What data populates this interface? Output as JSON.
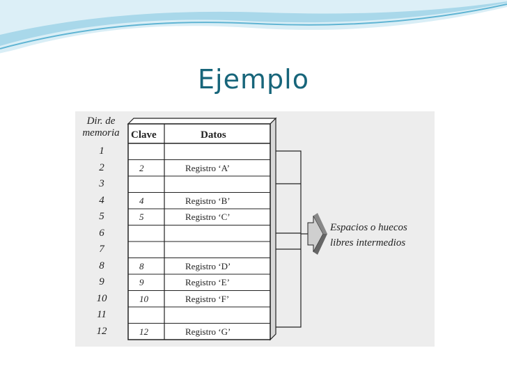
{
  "slide": {
    "title": "Ejemplo"
  },
  "figure": {
    "addr_header": [
      "Dir. de",
      "memoria"
    ],
    "columns": {
      "key": "Clave",
      "data": "Datos"
    },
    "rows": [
      {
        "addr": "1",
        "key": "",
        "data": ""
      },
      {
        "addr": "2",
        "key": "2",
        "data": "Registro ‘A’"
      },
      {
        "addr": "3",
        "key": "",
        "data": ""
      },
      {
        "addr": "4",
        "key": "4",
        "data": "Registro ‘B’"
      },
      {
        "addr": "5",
        "key": "5",
        "data": "Registro ‘C’"
      },
      {
        "addr": "6",
        "key": "",
        "data": ""
      },
      {
        "addr": "7",
        "key": "",
        "data": ""
      },
      {
        "addr": "8",
        "key": "8",
        "data": "Registro ‘D’"
      },
      {
        "addr": "9",
        "key": "9",
        "data": "Registro ‘E’"
      },
      {
        "addr": "10",
        "key": "10",
        "data": "Registro ‘F’"
      },
      {
        "addr": "11",
        "key": "",
        "data": ""
      },
      {
        "addr": "12",
        "key": "12",
        "data": "Registro ‘G’"
      }
    ],
    "caption": [
      "Espacios o huecos",
      "libres intermedios"
    ]
  },
  "colors": {
    "title": "#17657a",
    "wave_light": "#cfe9f3",
    "wave_dark": "#7cc3dc"
  }
}
